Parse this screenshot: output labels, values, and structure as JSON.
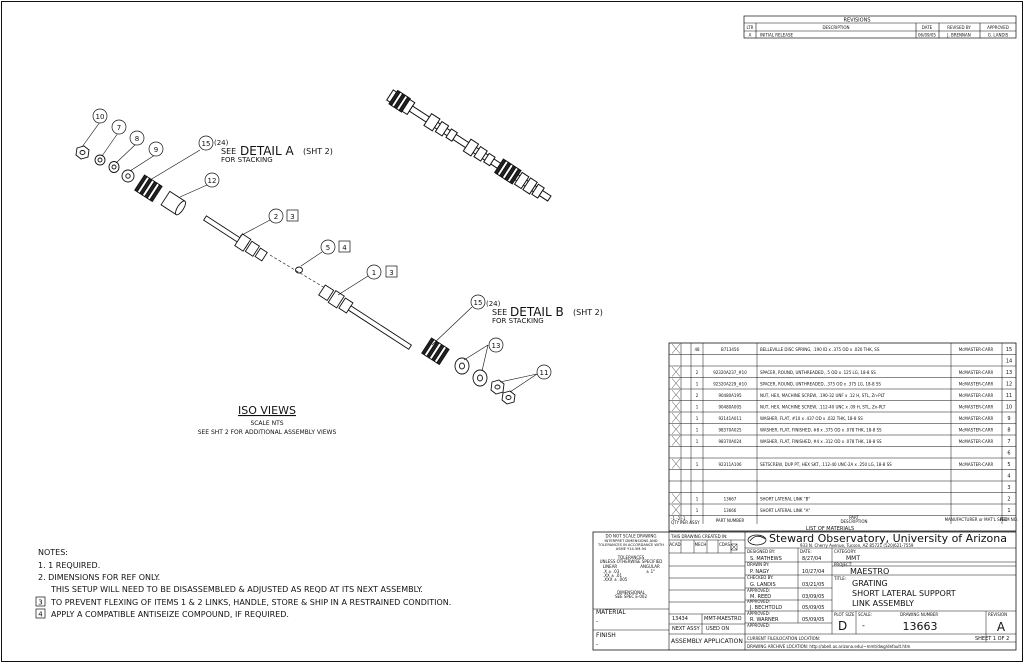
{
  "revisions": {
    "title": "REVISIONS",
    "headers": [
      "LTR",
      "DESCRIPTION",
      "DATE",
      "REVISED BY",
      "APPROVED"
    ],
    "row": [
      "A",
      "INITIAL RELEASE",
      "06/09/05",
      "J. BRENNAN",
      "G. LANDIS"
    ]
  },
  "details": {
    "a_qty": "(24)",
    "a_see": "SEE",
    "a_title": "DETAIL A",
    "a_sht": "(SHT 2)",
    "a_note": "FOR STACKING",
    "b_qty": "(24)",
    "b_see": "SEE",
    "b_title": "DETAIL B",
    "b_sht": "(SHT 2)",
    "b_note": "FOR STACKING"
  },
  "balloons": {
    "b10": "10",
    "b7": "7",
    "b8": "8",
    "b9": "9",
    "b15a": "15",
    "b12": "12",
    "b2": "2",
    "b2n": "3",
    "b5": "5",
    "b5n": "4",
    "b1": "1",
    "b1n": "3",
    "b15b": "15",
    "b13": "13",
    "b11": "11"
  },
  "iso": {
    "title": "ISO VIEWS",
    "scale": "SCALE NTS",
    "note": "SEE SHT 2 FOR ADDITIONAL ASSEMBLY VIEWS"
  },
  "notes": {
    "heading": "NOTES:",
    "n1": "1. 1 REQUIRED.",
    "n2": "2. DIMENSIONS FOR REF ONLY.",
    "n2b": "THIS SETUP WILL NEED TO BE DISASSEMBLED & ADJUSTED AS REQD AT ITS NEXT ASSEMBLY.",
    "n3num": "3",
    "n3": "TO PREVENT FLEXING OF ITEMS 1 & 2 LINKS, HANDLE, STORE & SHIP IN A RESTRAINED CONDITION.",
    "n4num": "4",
    "n4": "APPLY A COMPATIBLE ANTISEIZE COMPOUND, IF REQUIRED."
  },
  "bom": {
    "rows": [
      {
        "qty": "48",
        "part": "B713456",
        "desc": "BELLEVILLE DISC SPRING, .190 ID x .375 OD x .020 THK, SS",
        "mfr": "McMASTER-CARR",
        "item": "15"
      },
      {
        "qty": "",
        "part": "",
        "desc": "",
        "mfr": "",
        "item": "14"
      },
      {
        "qty": "2",
        "part": "92320A237_#10",
        "desc": "SPACER, ROUND, UNTHREADED, .5 OD x .125 LG, 18-8 SS",
        "mfr": "McMASTER-CARR",
        "item": "13"
      },
      {
        "qty": "1",
        "part": "92320A229_#10",
        "desc": "SPACER, ROUND, UNTHREADED, .375 OD x .375 LG, 18-8 SS",
        "mfr": "McMASTER-CARR",
        "item": "12"
      },
      {
        "qty": "2",
        "part": "90480A195",
        "desc": "NUT, HEX, MACHINE SCREW, .190-32 UNF x .12 H, STL, Zn-PLT",
        "mfr": "McMASTER-CARR",
        "item": "11"
      },
      {
        "qty": "1",
        "part": "90480A005",
        "desc": "NUT, HEX, MACHINE SCREW, .112-40 UNC x .09 H, STL, Zn-PLT",
        "mfr": "McMASTER-CARR",
        "item": "10"
      },
      {
        "qty": "1",
        "part": "92141A011",
        "desc": "WASHER, FLAT, #10 x .437 OD x .032 THK, 18-8 SS",
        "mfr": "McMASTER-CARR",
        "item": "9"
      },
      {
        "qty": "1",
        "part": "98370A025",
        "desc": "WASHER, FLAT, FINISHED, #8 x .375 OD x .078 THK, 18-8 SS",
        "mfr": "McMASTER-CARR",
        "item": "8"
      },
      {
        "qty": "1",
        "part": "98370A024",
        "desc": "WASHER, FLAT, FINISHED, #4 x .312 OD x .078 THK, 18-8 SS",
        "mfr": "McMASTER-CARR",
        "item": "7"
      },
      {
        "qty": "",
        "part": "",
        "desc": "",
        "mfr": "",
        "item": "6"
      },
      {
        "qty": "1",
        "part": "92311A106",
        "desc": "SETSCREW, DUP PT, HEX SKT, .112-40 UNC-2A x .250 LG, 18-8 SS",
        "mfr": "McMASTER-CARR",
        "item": "5"
      },
      {
        "qty": "",
        "part": "",
        "desc": "",
        "mfr": "",
        "item": "4"
      },
      {
        "qty": "",
        "part": "",
        "desc": "",
        "mfr": "",
        "item": "3"
      },
      {
        "qty": "1",
        "part": "13667",
        "desc": "SHORT LATERAL LINK \"B\"",
        "mfr": "",
        "item": "2"
      },
      {
        "qty": "1",
        "part": "13666",
        "desc": "SHORT LATERAL LINK \"A\"",
        "mfr": "",
        "item": "1"
      }
    ],
    "header_dash": "-1  -2  -1",
    "header_qty": "QTY PER ASSY",
    "header_part": "PART NUMBER",
    "header_part2": "PART",
    "header_desc": "DESCRIPTION",
    "header_mfr": "MANUFACTURER or MAT'L SPEC",
    "header_item": "ITEM NO.",
    "title": "LIST OF MATERIALS"
  },
  "titleblock": {
    "scale_warn": "DO NOT SCALE DRAWING",
    "interpret": "INTERPRET DIMENSIONS AND TOLERANCES IN ACCORDANCE WITH ASME Y14.5M-94",
    "tolerances": "TOLERANCES",
    "unless": "UNLESS OTHERWISE SPECIFIED",
    "linear": "LINEAR",
    "angular": "ANGULAR",
    "tol1": ".X  ± .03",
    "tol2": ".XX ± .01",
    "tol3": ".XXX ± .005",
    "tol_ang": "± 1°",
    "dim": "DIMENSIONAL",
    "spec": "SEE SPEC E-002",
    "created": "THIS DRAWING CREATED IN:",
    "acad": "ACAD",
    "mech": "MECH",
    "cdas": "CDAS",
    "designed_by": "DESIGNED BY:",
    "designer": "S. MATHEWS",
    "date_label": "DATE:",
    "date1": "8/27/04",
    "category": "CATEGORY:",
    "category_val": "MMT",
    "drawn_by": "DRAWN BY:",
    "drawn": "P. NAGY",
    "date2": "10/27/04",
    "project": "PROJECT:",
    "project_val": "MAESTRO",
    "checked_by": "CHECKED BY:",
    "checked": "G. LANDIS",
    "date3": "03/21/05",
    "title_label": "TITLE:",
    "title1": "GRATING",
    "title2": "SHORT LATERAL SUPPORT",
    "title3": "LINK ASSEMBLY",
    "appr1_label": "APPROVED:",
    "appr1": "M. REED",
    "date4": "03/09/05",
    "appr2_label": "APPROVED:",
    "appr2": "J. BECHTOLD",
    "date5": "05/09/05",
    "appr3_label": "APPROVED:",
    "appr3": "R. WARNER",
    "date6": "05/09/05",
    "appr4_label": "APPROVED:",
    "plot_size": "PLOT SIZE",
    "plot_val": "D",
    "scale_label": "SCALE:",
    "scale_val": "-",
    "dwg_label": "DRAWING NUMBER",
    "dwg_num": "13663",
    "rev_label": "REVISION",
    "rev_val": "A",
    "sheet": "SHEET 1 OF 2",
    "company": "Steward Observatory, University of Arizona",
    "address": "933 N. Cherry Avenue, Tucson, AZ 85721  (520)621-7559",
    "material": "MATERIAL",
    "material_val": "-",
    "finish": "FINISH",
    "finish_val": "-",
    "next_num": "13434",
    "next_model": "MMT-MAESTRO",
    "next_assy": "NEXT ASSY",
    "used_on": "USED ON",
    "assembly_app": "ASSEMBLY APPLICATION",
    "current_file": "CURRENT FILE/LOCATION LOCATION:",
    "archive": "DRAWING ARCHIVE LOCATION: http://abell.as.arizona.edu/~mmt/dwg/default.htm"
  }
}
